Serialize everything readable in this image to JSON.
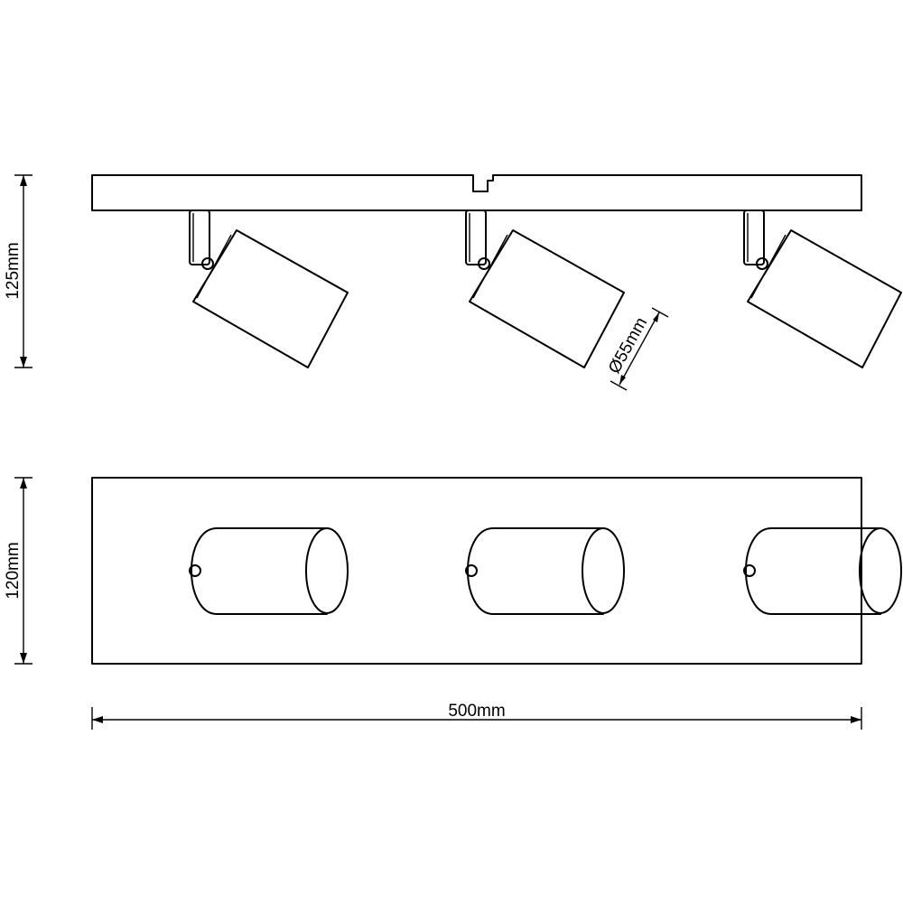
{
  "dimensions": {
    "side_height": "125mm",
    "top_depth": "120mm",
    "width": "500mm",
    "shade_diameter": "Ø55mm"
  },
  "colors": {
    "line": "#000000",
    "background": "#ffffff"
  }
}
